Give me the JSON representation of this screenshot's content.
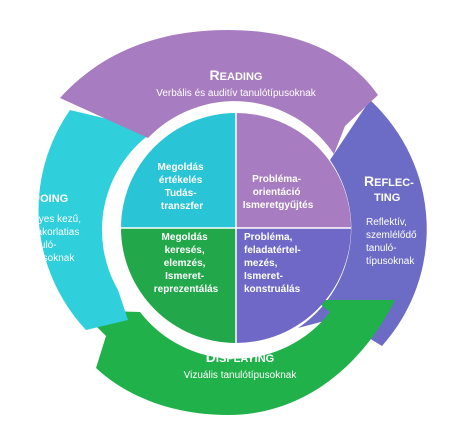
{
  "colors": {
    "reading": "#a77cc0",
    "reflecting": "#6c6cc6",
    "displaying": "#21b14b",
    "doing": "#2fcfdc",
    "quad_top_left": "#29c5d6",
    "quad_top_right": "#a77cc0",
    "quad_bottom_left": "#22a84a",
    "quad_bottom_right": "#6f68c6"
  },
  "reading": {
    "initial": "R",
    "rest": "EADING",
    "description": "Verbális és auditív tanulótípusoknak"
  },
  "reflecting": {
    "initial": "R",
    "rest_line1": "EFLEC-",
    "rest_line2": "TING",
    "description_lines": [
      "Reflektív,",
      "szemlélődő",
      "tanuló-",
      "típusoknak"
    ]
  },
  "displaying": {
    "initial": "D",
    "rest": "ISPLAYING",
    "description": "Vizuális tanulótípusoknak"
  },
  "doing": {
    "initial": "D",
    "rest": "OING",
    "description_lines": [
      "Ügyes kezű,",
      "gyakorlatias",
      "tanuló-",
      "típusoknak"
    ]
  },
  "center": {
    "top_left": [
      "Megoldás",
      "értékelés",
      "Tudás-",
      "transzfer"
    ],
    "top_right": [
      "Probléma-",
      "orientáció",
      "Ismeretgyűjtés"
    ],
    "bottom_left": [
      "Megoldás",
      "keresés,",
      "elemzés,",
      "Ismeret-",
      "reprezentálás"
    ],
    "bottom_right": [
      "Probléma,",
      "feladatértel-",
      "mezés,",
      "Ismeret-",
      "konstruálás"
    ]
  }
}
